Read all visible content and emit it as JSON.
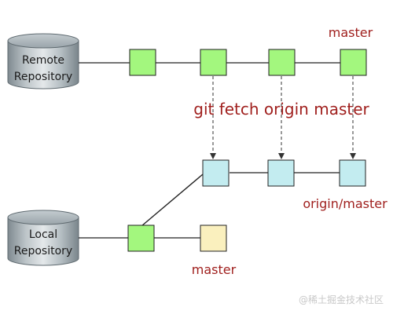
{
  "remote_repo": {
    "line1": "Remote",
    "line2": "Repository"
  },
  "local_repo": {
    "line1": "Local",
    "line2": "Repository"
  },
  "labels": {
    "remote_master": "master",
    "fetch_command": "git fetch origin master",
    "origin_master": "origin/master",
    "local_master": "master"
  },
  "watermark": "@稀土掘金技术社区",
  "colors": {
    "remote_commit": "#a3f77e",
    "origin_commit": "#c3ecf0",
    "local_branch_commit": "#faf0be",
    "label_red": "#a0201e",
    "cylinder": "#9aa3a8"
  }
}
